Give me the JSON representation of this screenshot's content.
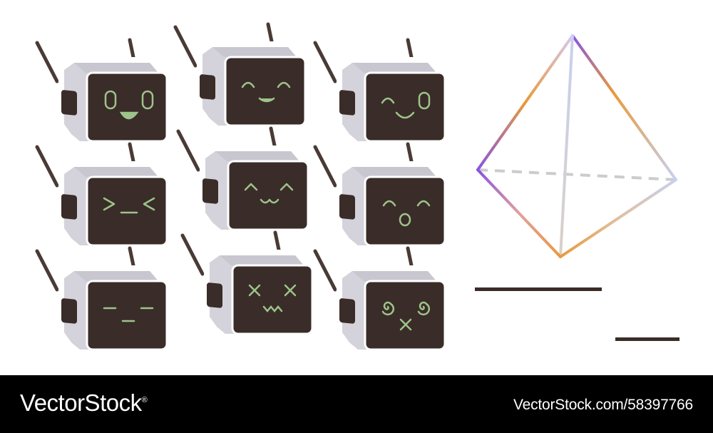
{
  "footer": {
    "brand": "VectorStock",
    "registered": "®",
    "stock_id": "VectorStock.com/58397766"
  },
  "colors": {
    "footer_bg": "#000000",
    "robot_body": "#d4d3db",
    "robot_outline": "#ffffff",
    "robot_face": "#3a2c28",
    "robot_expression": "#9dc48a",
    "antenna": "#4a3a35",
    "pyramid_gradient": [
      "#8a54e0",
      "#e89a3a",
      "#c8d0f0"
    ],
    "dash_line": "#cccccc",
    "bar": "#3a2c28"
  },
  "robots": [
    {
      "expression": "surprised-smile"
    },
    {
      "expression": "closed-eyes-smile"
    },
    {
      "expression": "wink"
    },
    {
      "expression": "squint-grin"
    },
    {
      "expression": "cat-smile"
    },
    {
      "expression": "happy-open-mouth"
    },
    {
      "expression": "neutral-sleepy"
    },
    {
      "expression": "knocked-out"
    },
    {
      "expression": "dizzy"
    }
  ]
}
